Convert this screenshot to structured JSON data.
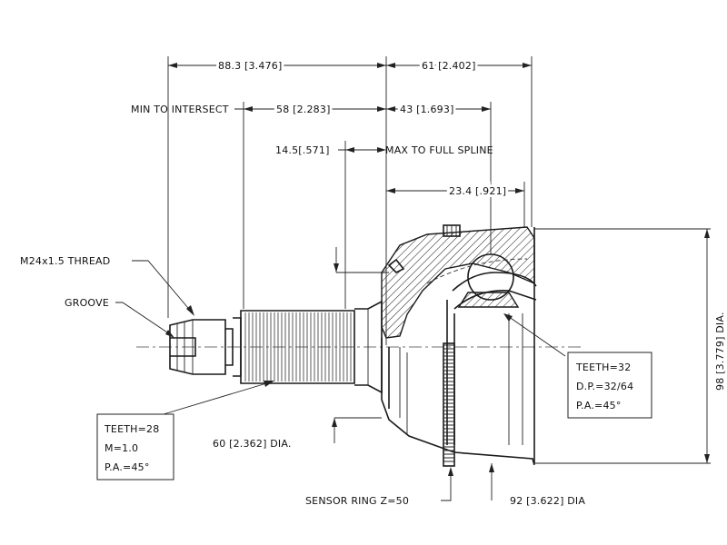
{
  "dimensions": {
    "overall_left": "88.3 [3.476]",
    "overall_right": "61 [2.402]",
    "min_to_intersect_label": "MIN TO INTERSECT",
    "min_to_intersect": "58 [2.283]",
    "right_43": "43 [1.693]",
    "spline_len": "14.5[.571]",
    "max_full_spline": "MAX TO FULL SPLINE",
    "d234": "23.4 [.921]",
    "dia_60": "60 [2.362] DIA.",
    "dia_98": "98 [3.779] DIA.",
    "dia_92": "92 [3.622] DIA"
  },
  "callouts": {
    "thread": "M24x1.5 THREAD",
    "groove": "GROOVE",
    "sensor_ring": "SENSOR RING Z=50"
  },
  "spec_left": {
    "teeth": "TEETH=28",
    "module": "M=1.0",
    "pa": "P.A.=45°"
  },
  "spec_right": {
    "teeth": "TEETH=32",
    "dp": "D.P.=32/64",
    "pa": "P.A.=45°"
  },
  "colors": {
    "line": "#1a1a1a",
    "background": "#ffffff"
  }
}
